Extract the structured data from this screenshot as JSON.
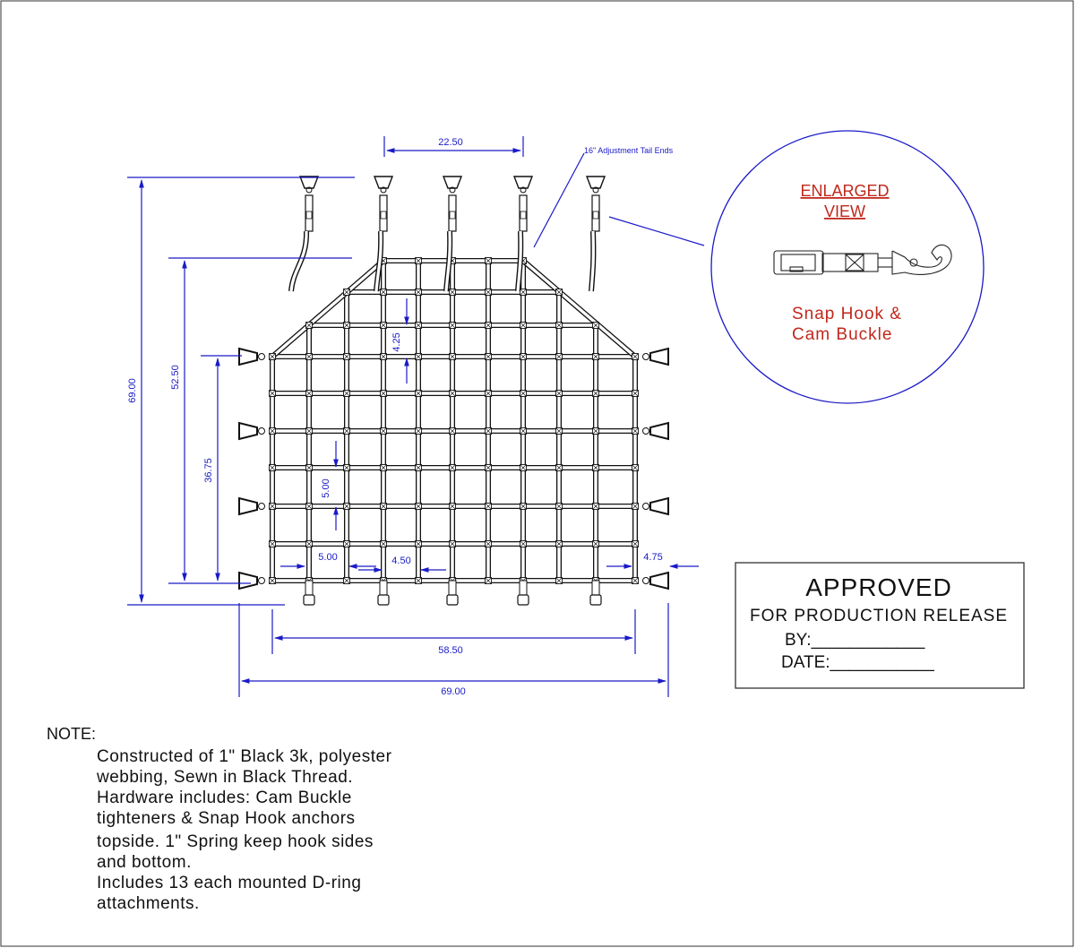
{
  "dimensions": {
    "top_spacing": "22.50",
    "height_overall": "69.00",
    "height_net": "52.50",
    "height_sides": "36.75",
    "row_top": "4.25",
    "row": "5.00",
    "col_a": "5.00",
    "col_b": "4.50",
    "edge": "4.75",
    "width_net": "58.50",
    "width_overall": "69.00"
  },
  "callout": "16\" Adjustment Tail Ends",
  "enlarged": {
    "title_line1": "ENLARGED",
    "title_line2": "VIEW",
    "caption_line1": "Snap Hook &",
    "caption_line2": "Cam Buckle"
  },
  "approval": {
    "title": "APPROVED",
    "subtitle": "FOR PRODUCTION RELEASE",
    "by": "BY:____________",
    "date": "DATE:___________"
  },
  "note": {
    "label": "NOTE:",
    "lines": [
      "Constructed of 1\" Black 3k, polyester",
      "webbing, Sewn in Black Thread.",
      "Hardware includes: Cam Buckle",
      "tighteners & Snap Hook anchors",
      "topside. 1\" Spring keep hook sides",
      "and bottom.",
      "Includes 13 each mounted D-ring",
      "attachments."
    ]
  },
  "colors": {
    "dimension": "#1a1ac8",
    "annotation": "#c0281c",
    "linework": "#111111"
  }
}
